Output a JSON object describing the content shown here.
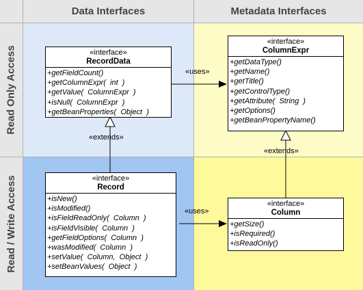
{
  "headers": {
    "col1": "Data Interfaces",
    "col2": "Metadata Interfaces",
    "row1": "Read Only Access",
    "row2": "Read / Write Access"
  },
  "colors": {
    "header_bg": "#e6e6e6",
    "data_readonly_bg": "#dde9f8",
    "data_readwrite_bg": "#a2c6f2",
    "meta_readonly_bg": "#fefcc6",
    "meta_readwrite_bg": "#fefa9c",
    "grid_line": "#b0b0b0"
  },
  "boxes": {
    "recorddata": {
      "stereotype": "«interface»",
      "name": "RecordData",
      "ops": [
        "+getFieldCount()",
        "+getColumnExpr(  int  )",
        "+getValue(  ColumnExpr  )",
        "+isNull(  ColumnExpr  )",
        "+getBeanProperties(  Object  )"
      ]
    },
    "columnexpr": {
      "stereotype": "«interface»",
      "name": "ColumnExpr",
      "ops": [
        "+getDataType()",
        "+getName()",
        "+getTitle()",
        "+getControlType()",
        "+getAttribute(  String  )",
        "+getOptions()",
        "+getBeanPropertyName()"
      ]
    },
    "record": {
      "stereotype": "«interface»",
      "name": "Record",
      "ops": [
        "+isNew()",
        "+isModified()",
        "+isFieldReadOnly(  Column  )",
        "+isFieldVisible(  Column  )",
        "+getFieldOptions(  Column  )",
        "+wasModified(  Column  )",
        "+setValue(  Column,  Object  )",
        "+setBeanValues(  Object  )"
      ]
    },
    "column": {
      "stereotype": "«interface»",
      "name": "Column",
      "ops": [
        "+getSize()",
        "+isRequired()",
        "+isReadOnly()"
      ]
    }
  },
  "relations": {
    "uses_top": "«uses»",
    "uses_bottom": "«uses»",
    "extends_left": "«extends»",
    "extends_right": "«extends»"
  }
}
